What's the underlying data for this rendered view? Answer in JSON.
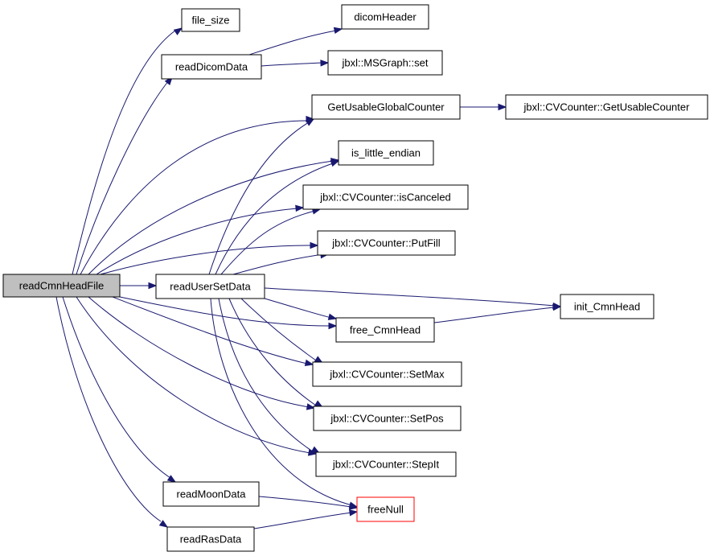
{
  "nodes": [
    {
      "id": "readCmnHeadFile",
      "label": "readCmnHeadFile",
      "style": "root"
    },
    {
      "id": "file_size",
      "label": "file_size"
    },
    {
      "id": "readDicomData",
      "label": "readDicomData"
    },
    {
      "id": "dicomHeader",
      "label": "dicomHeader"
    },
    {
      "id": "msgraph_set",
      "label": "jbxl::MSGraph::set"
    },
    {
      "id": "GetUsableGlobalCounter",
      "label": "GetUsableGlobalCounter"
    },
    {
      "id": "cv_GetUsableCounter",
      "label": "jbxl::CVCounter::GetUsableCounter"
    },
    {
      "id": "is_little_endian",
      "label": "is_little_endian"
    },
    {
      "id": "cv_isCanceled",
      "label": "jbxl::CVCounter::isCanceled"
    },
    {
      "id": "cv_PutFill",
      "label": "jbxl::CVCounter::PutFill"
    },
    {
      "id": "readUserSetData",
      "label": "readUserSetData"
    },
    {
      "id": "init_CmnHead",
      "label": "init_CmnHead"
    },
    {
      "id": "free_CmnHead",
      "label": "free_CmnHead"
    },
    {
      "id": "cv_SetMax",
      "label": "jbxl::CVCounter::SetMax"
    },
    {
      "id": "cv_SetPos",
      "label": "jbxl::CVCounter::SetPos"
    },
    {
      "id": "cv_StepIt",
      "label": "jbxl::CVCounter::StepIt"
    },
    {
      "id": "readMoonData",
      "label": "readMoonData"
    },
    {
      "id": "freeNull",
      "label": "freeNull",
      "style": "red"
    },
    {
      "id": "readRasData",
      "label": "readRasData"
    }
  ],
  "edges": [
    {
      "from": "readCmnHeadFile",
      "to": "file_size"
    },
    {
      "from": "readCmnHeadFile",
      "to": "readDicomData"
    },
    {
      "from": "readCmnHeadFile",
      "to": "GetUsableGlobalCounter"
    },
    {
      "from": "readCmnHeadFile",
      "to": "is_little_endian"
    },
    {
      "from": "readCmnHeadFile",
      "to": "cv_isCanceled"
    },
    {
      "from": "readCmnHeadFile",
      "to": "cv_PutFill"
    },
    {
      "from": "readCmnHeadFile",
      "to": "readUserSetData"
    },
    {
      "from": "readCmnHeadFile",
      "to": "free_CmnHead"
    },
    {
      "from": "readCmnHeadFile",
      "to": "cv_SetMax"
    },
    {
      "from": "readCmnHeadFile",
      "to": "cv_SetPos"
    },
    {
      "from": "readCmnHeadFile",
      "to": "cv_StepIt"
    },
    {
      "from": "readCmnHeadFile",
      "to": "readMoonData"
    },
    {
      "from": "readCmnHeadFile",
      "to": "readRasData"
    },
    {
      "from": "readDicomData",
      "to": "dicomHeader"
    },
    {
      "from": "readDicomData",
      "to": "msgraph_set"
    },
    {
      "from": "GetUsableGlobalCounter",
      "to": "cv_GetUsableCounter"
    },
    {
      "from": "readUserSetData",
      "to": "GetUsableGlobalCounter"
    },
    {
      "from": "readUserSetData",
      "to": "is_little_endian"
    },
    {
      "from": "readUserSetData",
      "to": "cv_isCanceled"
    },
    {
      "from": "readUserSetData",
      "to": "cv_PutFill"
    },
    {
      "from": "readUserSetData",
      "to": "init_CmnHead"
    },
    {
      "from": "readUserSetData",
      "to": "free_CmnHead"
    },
    {
      "from": "readUserSetData",
      "to": "cv_SetMax"
    },
    {
      "from": "readUserSetData",
      "to": "cv_SetPos"
    },
    {
      "from": "readUserSetData",
      "to": "cv_StepIt"
    },
    {
      "from": "readUserSetData",
      "to": "freeNull"
    },
    {
      "from": "free_CmnHead",
      "to": "init_CmnHead"
    },
    {
      "from": "readMoonData",
      "to": "freeNull"
    },
    {
      "from": "readRasData",
      "to": "freeNull"
    }
  ],
  "colors": {
    "edge": "#191970",
    "root_fill": "#bfbfbf",
    "red_border": "#ff0000"
  }
}
